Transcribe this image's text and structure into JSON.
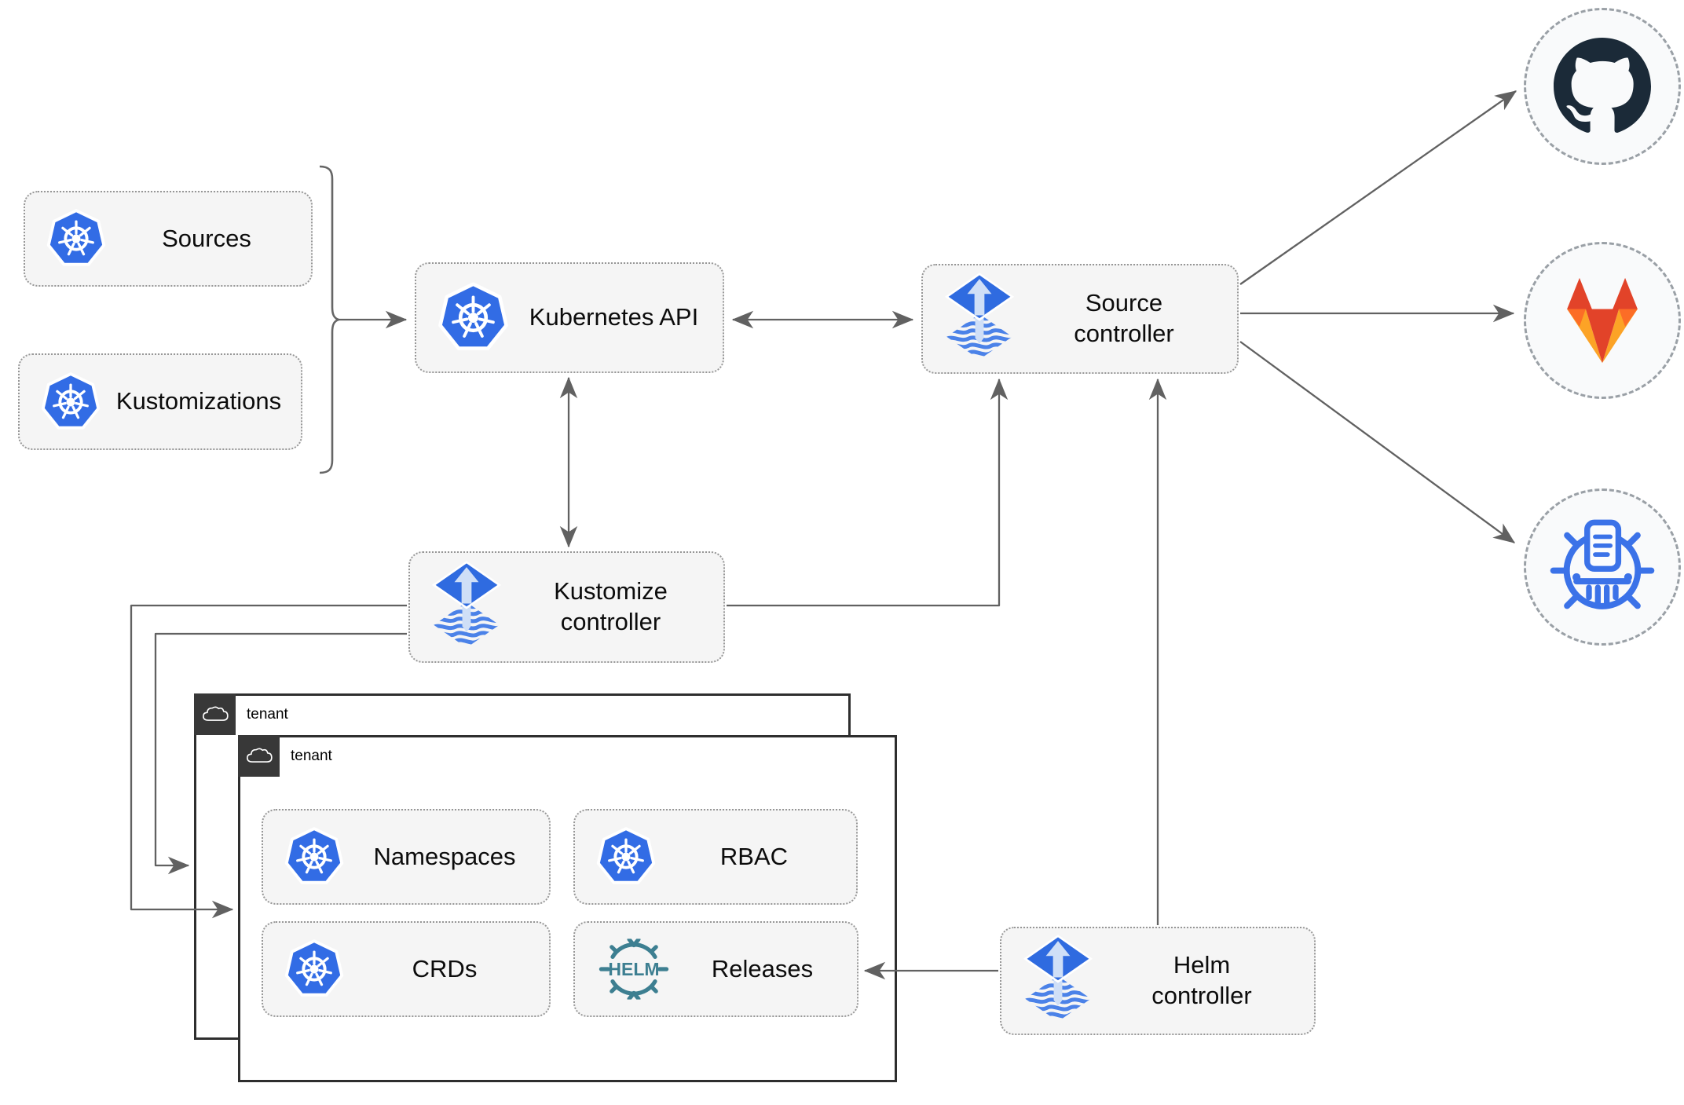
{
  "nodes": {
    "sources": {
      "label": "Sources",
      "icon": "kubernetes-icon"
    },
    "kustomizations": {
      "label": "Kustomizations",
      "icon": "kubernetes-icon"
    },
    "kubernetes_api": {
      "label": "Kubernetes API",
      "icon": "kubernetes-icon"
    },
    "source_controller": {
      "label": "Source controller",
      "icon": "flux-icon"
    },
    "kustomize_controller": {
      "label": "Kustomize controller",
      "icon": "flux-icon"
    },
    "helm_controller": {
      "label": "Helm controller",
      "icon": "flux-icon"
    },
    "namespaces": {
      "label": "Namespaces",
      "icon": "kubernetes-icon"
    },
    "rbac": {
      "label": "RBAC",
      "icon": "kubernetes-icon"
    },
    "crds": {
      "label": "CRDs",
      "icon": "kubernetes-icon"
    },
    "releases": {
      "label": "Releases",
      "icon": "helm-icon"
    }
  },
  "groups": {
    "tenant_back": {
      "label": "tenant",
      "icon": "cloud-icon"
    },
    "tenant_front": {
      "label": "tenant",
      "icon": "cloud-icon"
    }
  },
  "remotes": [
    {
      "id": "github",
      "icon": "github-icon"
    },
    {
      "id": "gitlab",
      "icon": "gitlab-icon"
    },
    {
      "id": "helm-repository",
      "icon": "chartmuseum-icon"
    }
  ],
  "edges": [
    {
      "from": "sources-and-kustomizations-bracket",
      "to": "kubernetes_api",
      "style": "arrow"
    },
    {
      "from": "kubernetes_api",
      "to": "source_controller",
      "style": "double-arrow"
    },
    {
      "from": "kubernetes_api",
      "to": "kustomize_controller",
      "style": "double-arrow"
    },
    {
      "from": "kustomize_controller",
      "to": "source_controller",
      "style": "arrow"
    },
    {
      "from": "helm_controller",
      "to": "source_controller",
      "style": "arrow"
    },
    {
      "from": "helm_controller",
      "to": "releases",
      "style": "arrow"
    },
    {
      "from": "kustomize_controller",
      "to": "tenant_front",
      "style": "arrow"
    },
    {
      "from": "kustomize_controller",
      "to": "tenant_back",
      "style": "arrow"
    },
    {
      "from": "source_controller",
      "to": "github",
      "style": "arrow"
    },
    {
      "from": "source_controller",
      "to": "gitlab",
      "style": "arrow"
    },
    {
      "from": "source_controller",
      "to": "helm-repository",
      "style": "arrow"
    }
  ],
  "colors": {
    "kubernetes_blue": "#326ce5",
    "flux_blue": "#2f6be0",
    "flux_light": "#cfdff7",
    "flux_stripe": "#4b82e8",
    "helm_teal": "#3d7f91",
    "github_dark": "#1b2a38",
    "gitlab_red": "#e24329",
    "gitlab_orange": "#fc6d26",
    "gitlab_yellow": "#fca326",
    "chartmuseum_blue": "#3b72e8",
    "arrow_gray": "#616161",
    "node_fill": "#f5f5f5",
    "node_border": "#979797",
    "tenant_border": "#2e2e2e",
    "tenant_header_bg": "#383838"
  }
}
